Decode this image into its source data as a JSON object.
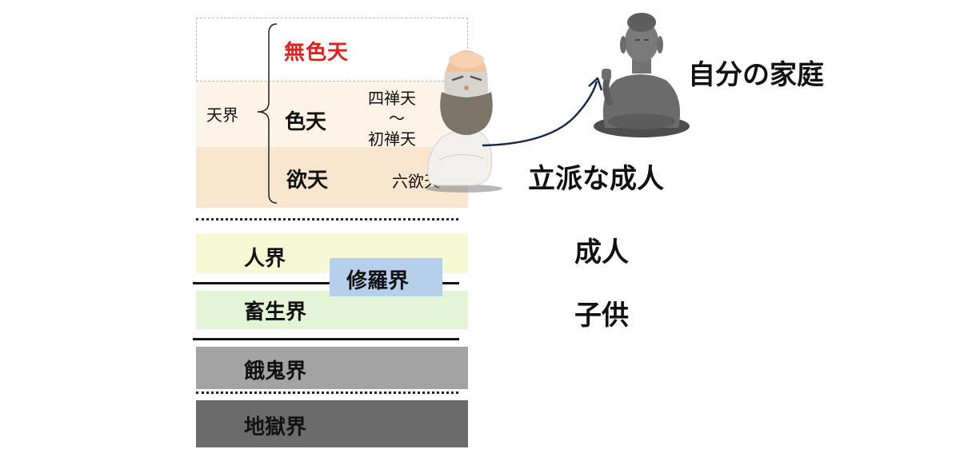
{
  "realms": {
    "mushikiten": "無色天",
    "tenkai": "天界",
    "shikiten": "色天",
    "shizenten": "四禅天",
    "tilde": "〜",
    "shozenten": "初禅天",
    "yokuten": "欲天",
    "rokuyokuten": "六欲天",
    "ningenkai": "人界",
    "shurakai": "修羅界",
    "chikushokai": "畜生界",
    "gakikai": "餓鬼界",
    "jigokukai": "地獄界"
  },
  "analogy": {
    "family": "自分の家庭",
    "fine_adult": "立派な成人",
    "adult": "成人",
    "child": "子供"
  },
  "colors": {
    "mushikiten_text": "#e0201b",
    "ten_top_band": "#fdf3e6",
    "ten_bottom_band": "#f8e6cf",
    "ningen_band": "#f6f9d4",
    "chikusho_band": "#e4f5d7",
    "shura_box": "#b6d0ec",
    "gaki_band": "#a3a3a3",
    "jigoku_band": "#6b6b6b",
    "arrow": "#16294c"
  }
}
